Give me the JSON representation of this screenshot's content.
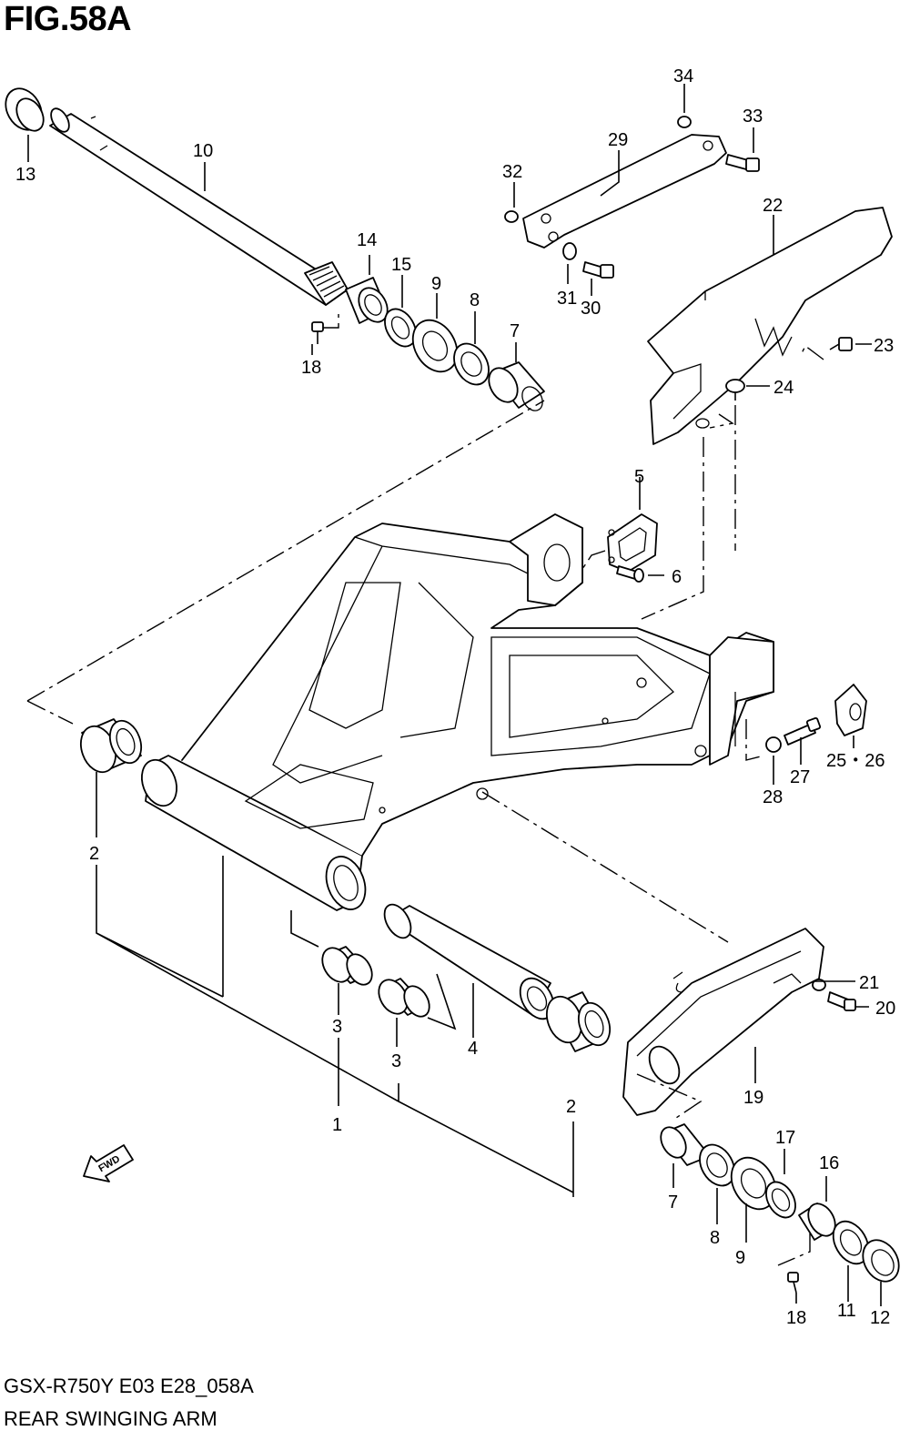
{
  "figure": {
    "title": "FIG.58A"
  },
  "footer": {
    "model_code": "GSX-R750Y E03 E28_058A",
    "caption": "REAR SWINGING ARM"
  },
  "callouts": [
    {
      "id": "c1",
      "label": "1"
    },
    {
      "id": "c2a",
      "label": "2"
    },
    {
      "id": "c2b",
      "label": "2"
    },
    {
      "id": "c3a",
      "label": "3"
    },
    {
      "id": "c3b",
      "label": "3"
    },
    {
      "id": "c4",
      "label": "4"
    },
    {
      "id": "c5",
      "label": "5"
    },
    {
      "id": "c6",
      "label": "6"
    },
    {
      "id": "c7a",
      "label": "7"
    },
    {
      "id": "c7b",
      "label": "7"
    },
    {
      "id": "c8a",
      "label": "8"
    },
    {
      "id": "c8b",
      "label": "8"
    },
    {
      "id": "c9a",
      "label": "9"
    },
    {
      "id": "c9b",
      "label": "9"
    },
    {
      "id": "c10",
      "label": "10"
    },
    {
      "id": "c11",
      "label": "11"
    },
    {
      "id": "c12",
      "label": "12"
    },
    {
      "id": "c13",
      "label": "13"
    },
    {
      "id": "c14",
      "label": "14"
    },
    {
      "id": "c15",
      "label": "15"
    },
    {
      "id": "c16",
      "label": "16"
    },
    {
      "id": "c17",
      "label": "17"
    },
    {
      "id": "c18a",
      "label": "18"
    },
    {
      "id": "c18b",
      "label": "18"
    },
    {
      "id": "c19",
      "label": "19"
    },
    {
      "id": "c20",
      "label": "20"
    },
    {
      "id": "c21",
      "label": "21"
    },
    {
      "id": "c22",
      "label": "22"
    },
    {
      "id": "c23",
      "label": "23"
    },
    {
      "id": "c24",
      "label": "24"
    },
    {
      "id": "c25",
      "label": "25・26"
    },
    {
      "id": "c27",
      "label": "27"
    },
    {
      "id": "c28",
      "label": "28"
    },
    {
      "id": "c29",
      "label": "29"
    },
    {
      "id": "c30",
      "label": "30"
    },
    {
      "id": "c31",
      "label": "31"
    },
    {
      "id": "c32",
      "label": "32"
    },
    {
      "id": "c33",
      "label": "33"
    },
    {
      "id": "c34",
      "label": "34"
    }
  ],
  "fwd_badge": {
    "label": "FWD"
  }
}
